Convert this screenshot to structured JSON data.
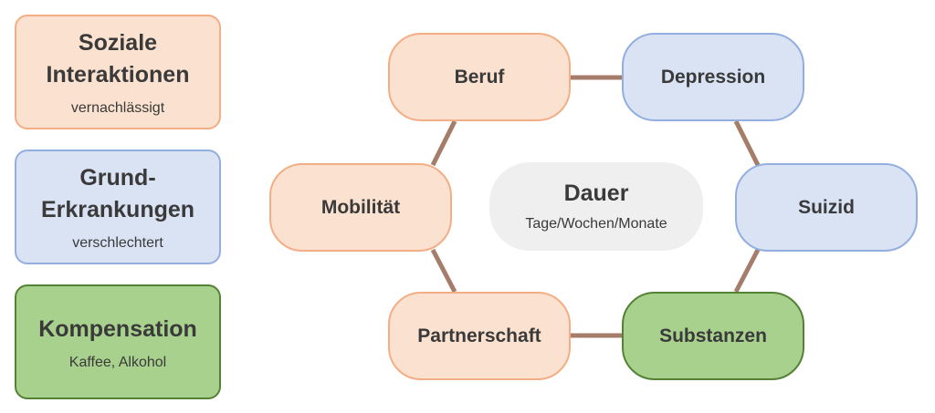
{
  "legend": [
    {
      "title": "Soziale Interaktionen",
      "subtitle": "vernachlässigt",
      "color": "#fbe1cf"
    },
    {
      "title": "Grund-Erkrankungen",
      "subtitle": "verschlechtert",
      "color": "#d9e3f4"
    },
    {
      "title": "Kompensation",
      "subtitle": "Kaffee, Alkohol",
      "color": "#a9d18e"
    }
  ],
  "legend_lines": [
    [
      "Soziale",
      "Interaktionen"
    ],
    [
      "Grund-",
      "Erkrankungen"
    ],
    [
      "Kompensation"
    ]
  ],
  "center": {
    "title": "Dauer",
    "subtitle": "Tage/Wochen/Monate"
  },
  "nodes": {
    "beruf": "Beruf",
    "depression": "Depression",
    "mobilitaet": "Mobilität",
    "suizid": "Suizid",
    "partnerschaft": "Partnerschaft",
    "substanzen": "Substanzen"
  },
  "connector_color": "#a57d6a"
}
